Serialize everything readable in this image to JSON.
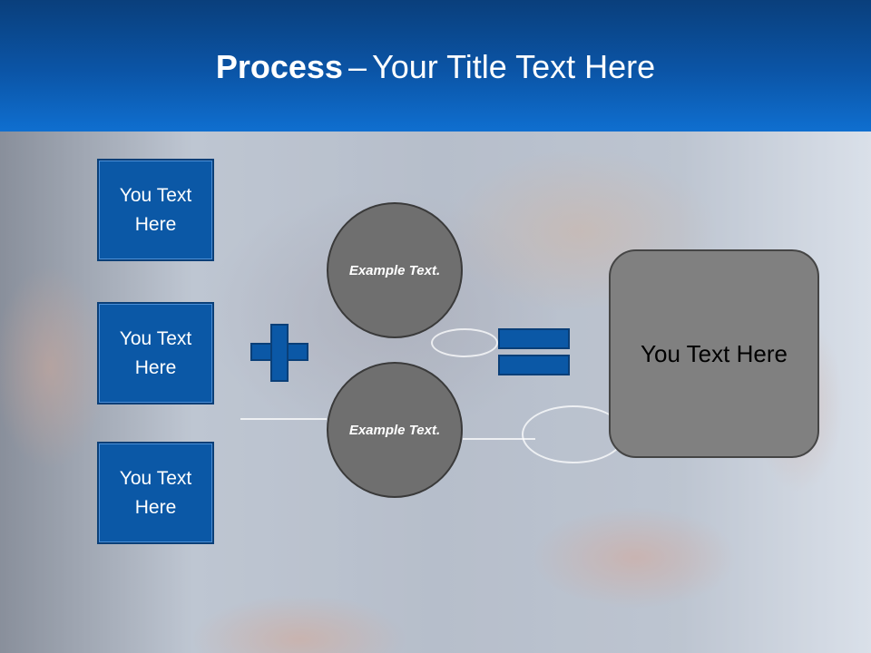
{
  "slide": {
    "title_bold": "Process",
    "title_dash": "–",
    "title_rest": "Your Title Text Here",
    "boxes": [
      {
        "label": "You Text Here"
      },
      {
        "label": "You Text Here"
      },
      {
        "label": "You Text Here"
      }
    ],
    "circles": [
      {
        "label": "Example Text."
      },
      {
        "label": "Example Text."
      }
    ],
    "result_label": "You Text Here"
  },
  "colors": {
    "header_blue": "#0b55a7",
    "box_blue": "#0b58a6",
    "circle_gray": "#6f6f6f",
    "result_gray": "#808080"
  }
}
